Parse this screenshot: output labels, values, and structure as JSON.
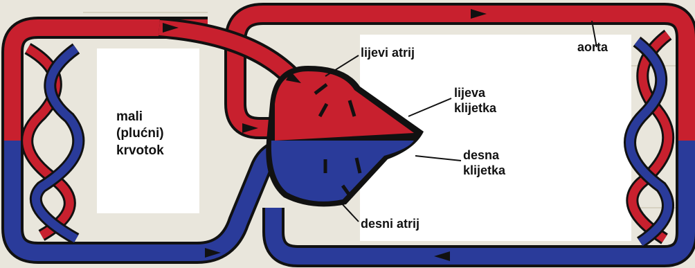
{
  "labels": {
    "pulmonary_circulation": [
      "mali",
      "(plućni)",
      "krvotok"
    ],
    "left_atrium": "lijevi atrij",
    "left_ventricle": [
      "lijeva",
      "klijetka"
    ],
    "right_ventricle": [
      "desna",
      "klijetka"
    ],
    "aorta": "aorta",
    "right_atrium": "desni atrij"
  },
  "colors": {
    "oxygenated_blood": "#c8202e",
    "deoxygenated_blood": "#2a3b9a",
    "vessel_outline": "#111111",
    "background": "#e9e6dc",
    "panel": "#ffffff"
  }
}
